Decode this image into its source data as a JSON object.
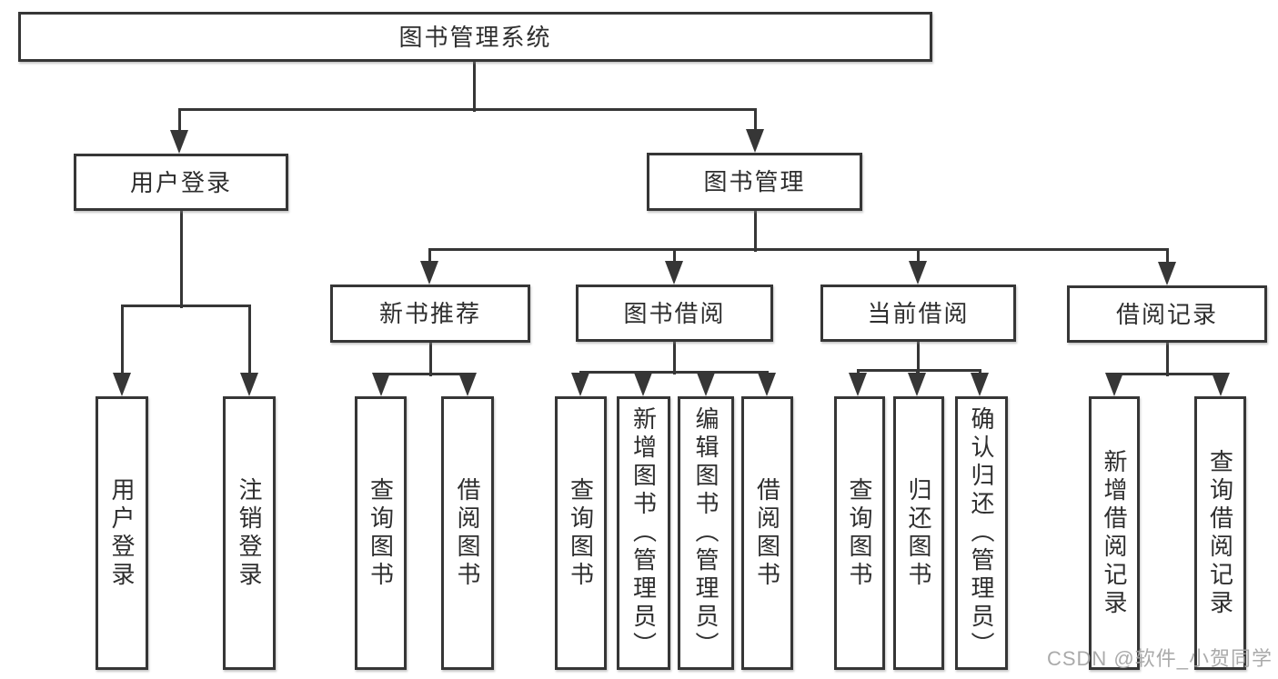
{
  "diagram": {
    "title": "图书管理系统",
    "nodes": [
      {
        "id": "system-root",
        "label": "图书管理系统",
        "level": 1,
        "orientation": "horizontal"
      },
      {
        "id": "user-login",
        "label": "用户登录",
        "level": 2,
        "orientation": "horizontal"
      },
      {
        "id": "book-management",
        "label": "图书管理",
        "level": 2,
        "orientation": "horizontal"
      },
      {
        "id": "new-book-recommend",
        "label": "新书推荐",
        "level": 3,
        "orientation": "horizontal"
      },
      {
        "id": "book-borrowing",
        "label": "图书借阅",
        "level": 3,
        "orientation": "horizontal"
      },
      {
        "id": "current-borrowing",
        "label": "当前借阅",
        "level": 3,
        "orientation": "horizontal"
      },
      {
        "id": "borrowing-records",
        "label": "借阅记录",
        "level": 3,
        "orientation": "horizontal"
      },
      {
        "id": "user-login-fn",
        "label": "用户登录",
        "level": 4,
        "orientation": "vertical"
      },
      {
        "id": "logout-fn",
        "label": "注销登录",
        "level": 4,
        "orientation": "vertical"
      },
      {
        "id": "search-books-1",
        "label": "查询图书",
        "level": 4,
        "orientation": "vertical"
      },
      {
        "id": "borrow-books-1",
        "label": "借阅图书",
        "level": 4,
        "orientation": "vertical"
      },
      {
        "id": "search-books-2",
        "label": "查询图书",
        "level": 4,
        "orientation": "vertical"
      },
      {
        "id": "add-books-admin",
        "label": "新增图书（管理员）",
        "level": 4,
        "orientation": "vertical"
      },
      {
        "id": "edit-books-admin",
        "label": "编辑图书（管理员）",
        "level": 4,
        "orientation": "vertical"
      },
      {
        "id": "borrow-books-2",
        "label": "借阅图书",
        "level": 4,
        "orientation": "vertical"
      },
      {
        "id": "search-books-3",
        "label": "查询图书",
        "level": 4,
        "orientation": "vertical"
      },
      {
        "id": "return-books",
        "label": "归还图书",
        "level": 4,
        "orientation": "vertical"
      },
      {
        "id": "confirm-return-admin",
        "label": "确认归还（管理员）",
        "level": 4,
        "orientation": "vertical"
      },
      {
        "id": "add-borrow-record",
        "label": "新增借阅记录",
        "level": 4,
        "orientation": "vertical"
      },
      {
        "id": "search-borrow-record",
        "label": "查询借阅记录",
        "level": 4,
        "orientation": "vertical"
      }
    ],
    "edges": [
      [
        "system-root",
        "user-login"
      ],
      [
        "system-root",
        "book-management"
      ],
      [
        "user-login",
        "user-login-fn"
      ],
      [
        "user-login",
        "logout-fn"
      ],
      [
        "book-management",
        "new-book-recommend"
      ],
      [
        "book-management",
        "book-borrowing"
      ],
      [
        "book-management",
        "current-borrowing"
      ],
      [
        "book-management",
        "borrowing-records"
      ],
      [
        "new-book-recommend",
        "search-books-1"
      ],
      [
        "new-book-recommend",
        "borrow-books-1"
      ],
      [
        "book-borrowing",
        "search-books-2"
      ],
      [
        "book-borrowing",
        "add-books-admin"
      ],
      [
        "book-borrowing",
        "edit-books-admin"
      ],
      [
        "book-borrowing",
        "borrow-books-2"
      ],
      [
        "current-borrowing",
        "search-books-3"
      ],
      [
        "current-borrowing",
        "return-books"
      ],
      [
        "current-borrowing",
        "confirm-return-admin"
      ],
      [
        "borrowing-records",
        "add-borrow-record"
      ],
      [
        "borrowing-records",
        "search-borrow-record"
      ]
    ]
  },
  "watermark": {
    "text": "CSDN @软件_小贺同学"
  },
  "colors": {
    "background": "#ffffff",
    "line": "#363636",
    "text": "#2e2e2e",
    "watermark": "#a3a3a3"
  }
}
